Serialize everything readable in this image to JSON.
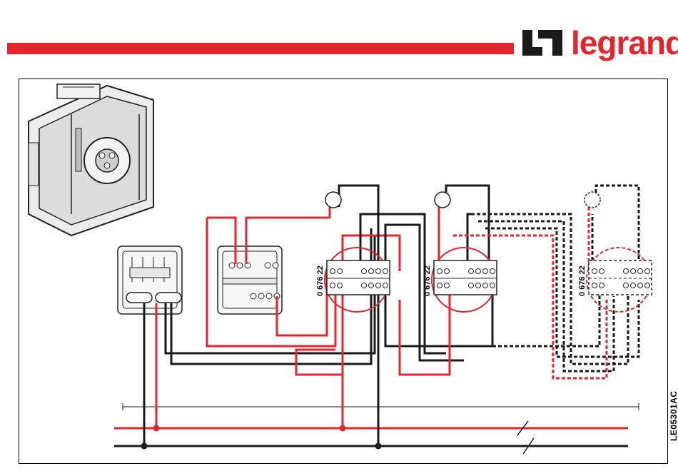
{
  "brand": {
    "name": "legrand",
    "registered": "®",
    "color": "#e3262d"
  },
  "colors": {
    "phase": "#e3262d",
    "neutral": "#1a1a1a"
  },
  "relays": [
    {
      "label": "0 676 22",
      "state": "solid"
    },
    {
      "label": "0 676 22",
      "state": "solid"
    },
    {
      "label": "0 676 22",
      "state": "dashed"
    }
  ],
  "lamps": [
    {
      "state": "solid"
    },
    {
      "state": "solid"
    },
    {
      "state": "dashed"
    }
  ],
  "reference_code": "LE05301AC"
}
